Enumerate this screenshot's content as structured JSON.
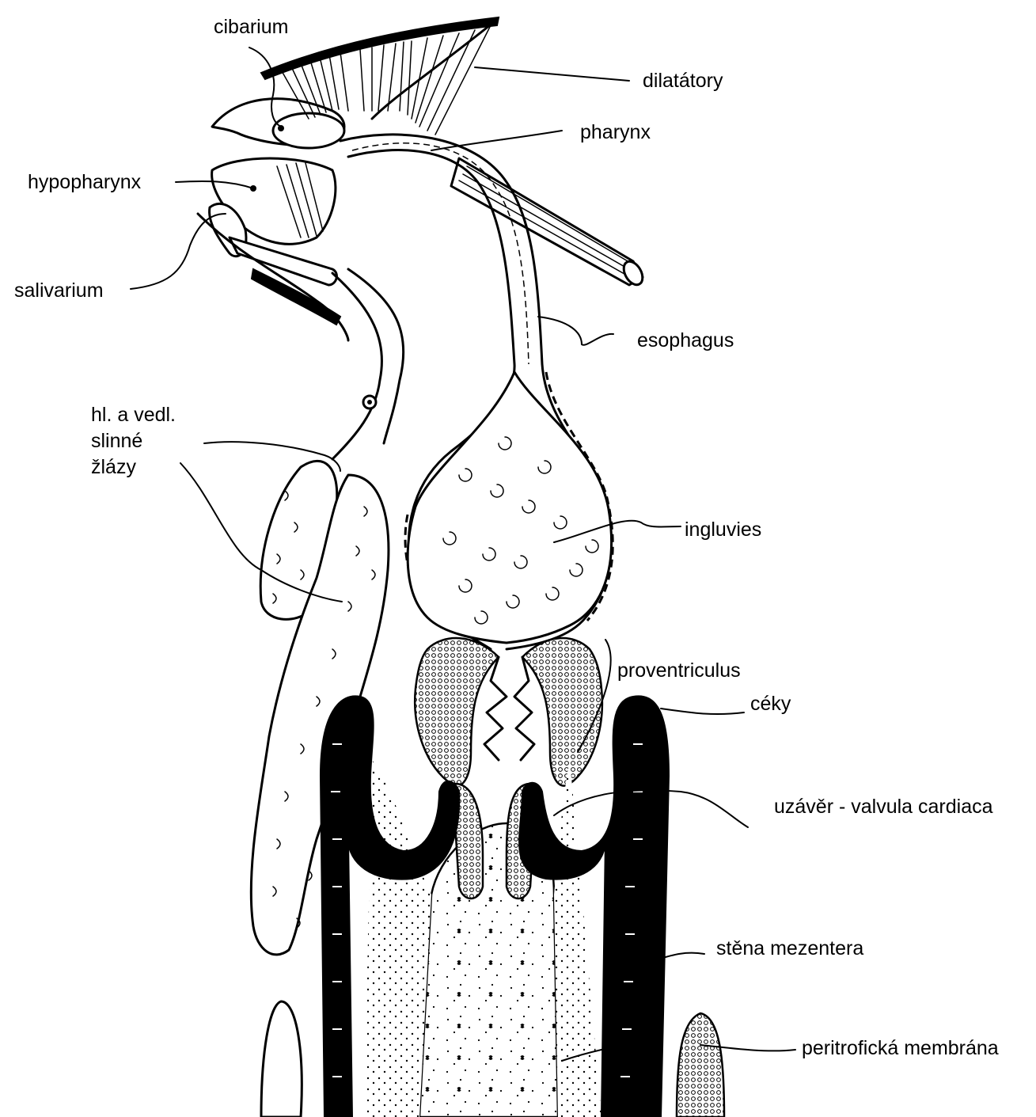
{
  "labels": {
    "cibarium": "cibarium",
    "dilatatory": "dilatátory",
    "pharynx": "pharynx",
    "hypopharynx": "hypopharynx",
    "salivarium": "salivarium",
    "esophagus": "esophagus",
    "slinne_line1": "hl. a vedl.",
    "slinne_line2": "slinné",
    "slinne_line3": "žlázy",
    "ingluvies": "ingluvies",
    "proventriculus": "proventriculus",
    "ceky": "céky",
    "valvula": "uzávěr - valvula cardiaca",
    "stena": "stěna mezentera",
    "peritroficka": "peritrofická membrána"
  },
  "colors": {
    "ink": "#000000",
    "paper": "#ffffff"
  }
}
